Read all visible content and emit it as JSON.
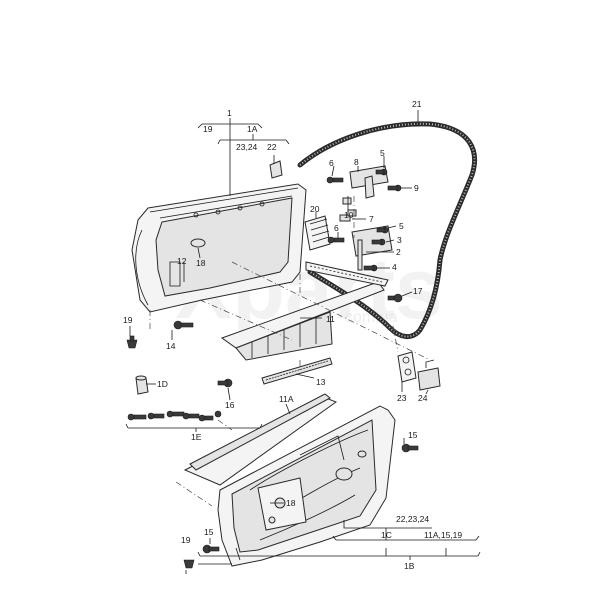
{
  "labels": {
    "l_1": "1",
    "l_19_top": "19",
    "l_1A": "1A",
    "l_23_24": "23,24",
    "l_22": "22",
    "l_21": "21",
    "l_5_top": "5",
    "l_6_top": "6",
    "l_8": "8",
    "l_9": "9",
    "l_10": "10",
    "l_7": "7",
    "l_20": "20",
    "l_6_mid": "6",
    "l_5_mid": "5",
    "l_3": "3",
    "l_2": "2",
    "l_4": "4",
    "l_12": "12",
    "l_18_top": "18",
    "l_17": "17",
    "l_11": "11",
    "l_19_left": "19",
    "l_14": "14",
    "l_13": "13",
    "l_23": "23",
    "l_24": "24",
    "l_1D": "1D",
    "l_16": "16",
    "l_11A": "11A",
    "l_1E": "1E",
    "l_15_right": "15",
    "l_18_bot": "18",
    "l_15_left": "15",
    "l_19_bot": "19",
    "l_22_23_24": "22,23,24",
    "l_1C": "1C",
    "l_11A_15_19": "11A,15,19",
    "l_1B": "1B"
  },
  "watermark": {
    "text": "Xparts",
    "sub": "com.ua"
  }
}
